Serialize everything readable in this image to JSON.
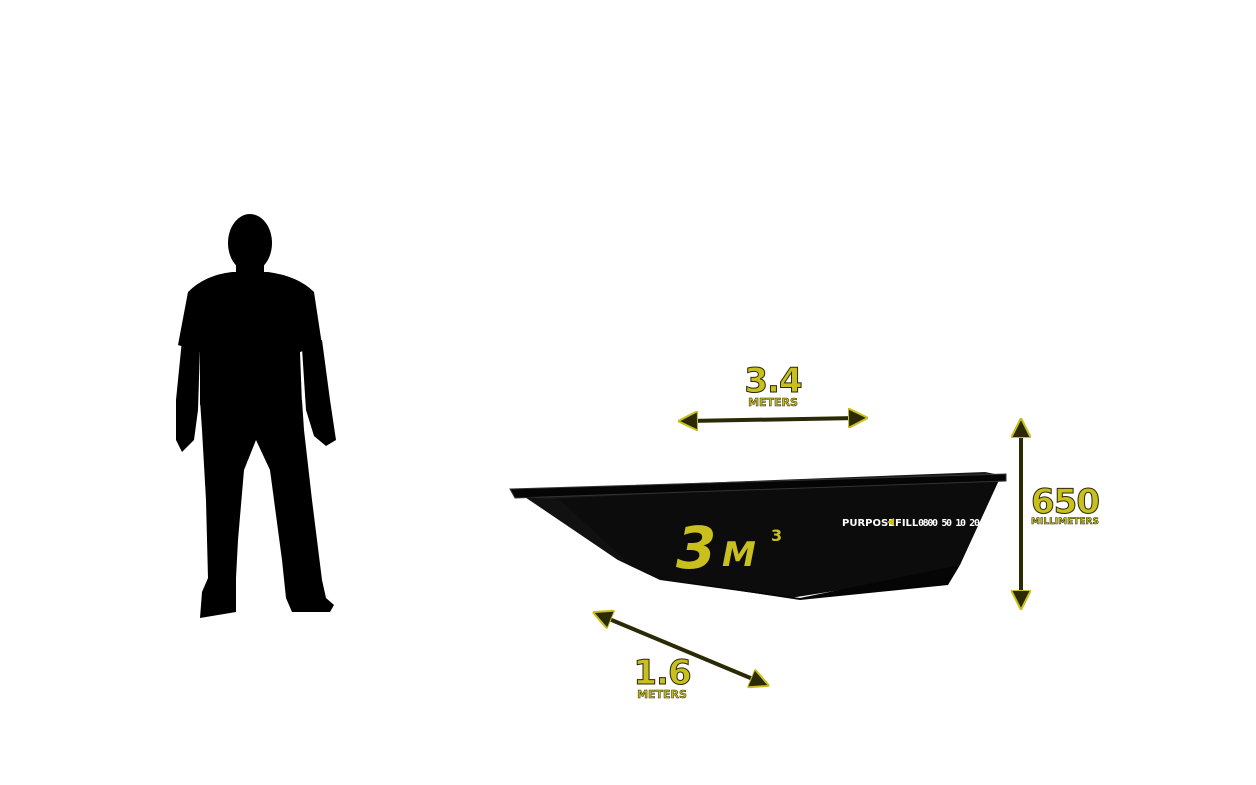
{
  "colors": {
    "accent": "#c9c020",
    "accent_dark": "#2a2a05",
    "silhouette": "#000000",
    "bin": "#0c0c0c",
    "background": "#ffffff"
  },
  "bin": {
    "size_number": "3",
    "size_unit": "M",
    "size_exponent": "3",
    "brand_left": "PURPOSE",
    "brand_right": "FILL",
    "phone": "0800 50 10 20"
  },
  "dimensions": {
    "length": {
      "value": "3.4",
      "unit": "METERS"
    },
    "width": {
      "value": "1.6",
      "unit": "METERS"
    },
    "height": {
      "value": "650",
      "unit": "MILLIMETERS"
    }
  },
  "icons": {
    "person": "person-silhouette-icon",
    "bin": "skip-bin-icon",
    "arrow": "double-arrow-icon"
  }
}
